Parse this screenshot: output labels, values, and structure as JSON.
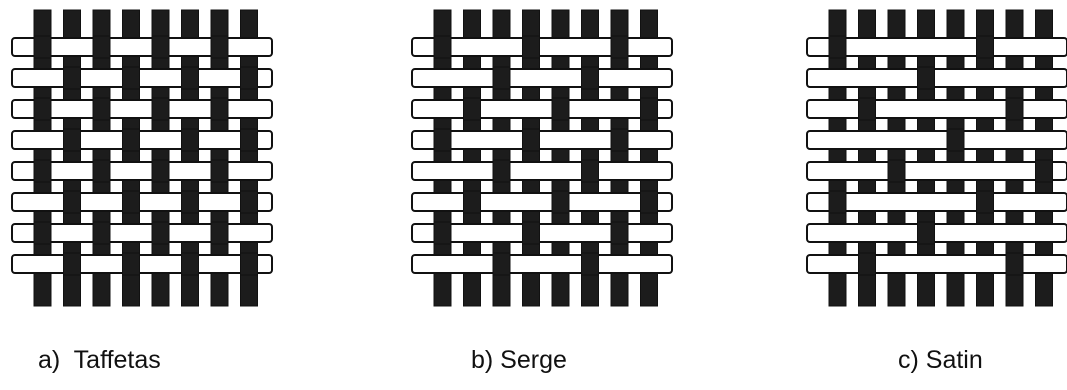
{
  "figure": {
    "panels": [
      {
        "id": "taffetas",
        "caption": "a)  Taffetas",
        "pattern": "plain",
        "shift": 1,
        "float": 1
      },
      {
        "id": "serge",
        "caption": "b) Serge",
        "pattern": "twill",
        "shift": 1,
        "float": 2
      },
      {
        "id": "satin",
        "caption": "c) Satin",
        "pattern": "satin",
        "shift": 2,
        "float": 4
      }
    ],
    "colors": {
      "warp": "#1c1c1c",
      "weft": "#ffffff",
      "outline": "#111111"
    }
  }
}
